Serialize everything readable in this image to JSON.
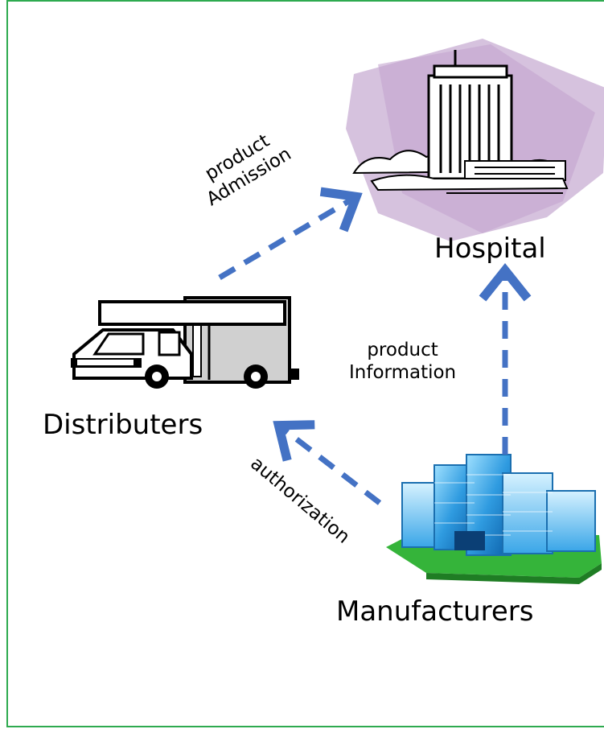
{
  "nodes": {
    "hospital": "Hospital",
    "distributers": "Distributers",
    "manufacturers": "Manufacturers"
  },
  "edges": {
    "product_admission": {
      "line1": "product",
      "line2": "Admission"
    },
    "product_information": {
      "line1": "product",
      "line2": "Information"
    },
    "authorization": "authorization"
  },
  "colors": {
    "frame": "#2eaa4f",
    "arrow": "#4472c4",
    "purple_blob": "#b48fc2",
    "grass": "#35b43a",
    "glass": "#2f9be0"
  }
}
